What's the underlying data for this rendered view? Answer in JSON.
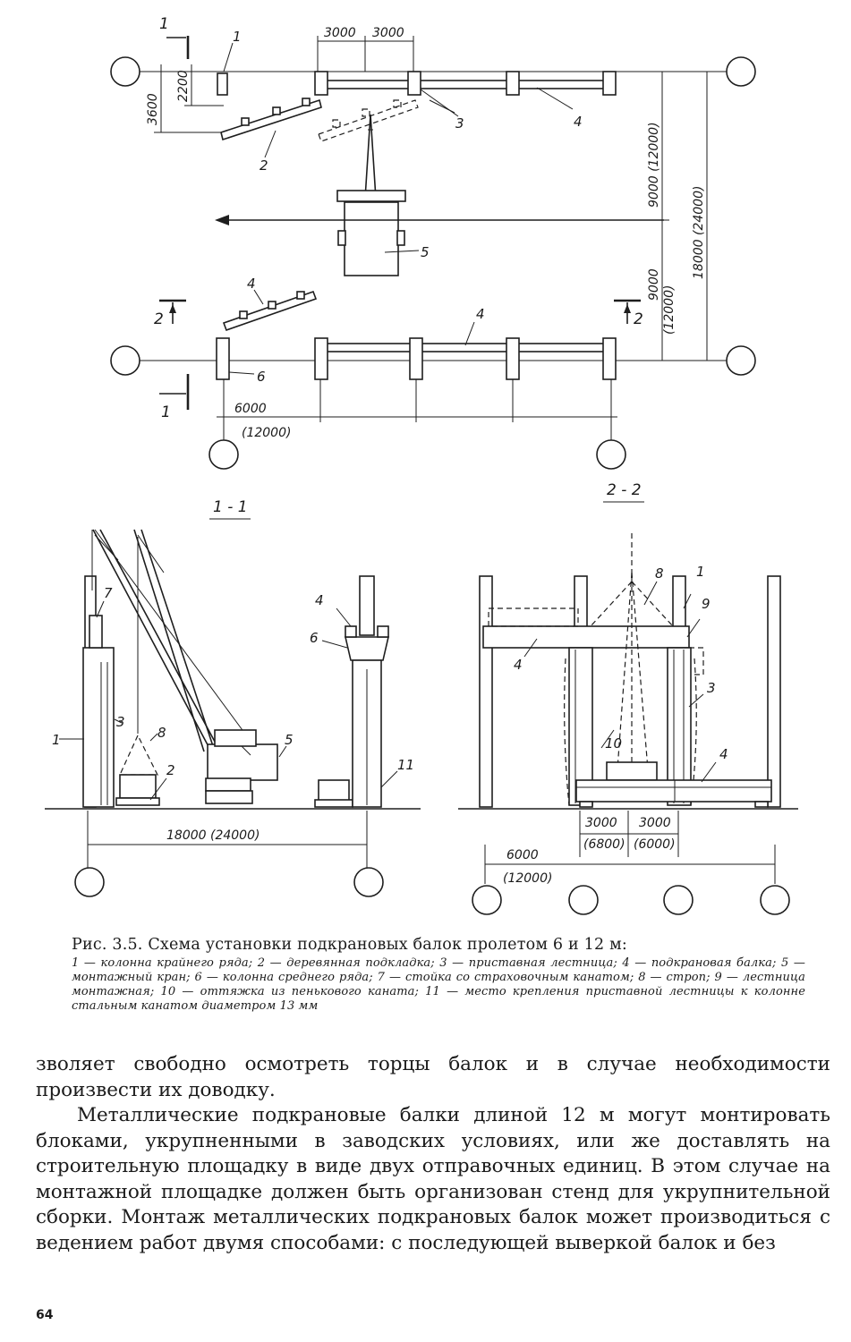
{
  "figure": {
    "plan": {
      "dimensions": {
        "d3000a": "3000",
        "d3000b": "3000",
        "d3600": "3600",
        "d2200": "2200",
        "d9000_12000": "9000 (12000)",
        "d18000_24000": "18000 (24000)",
        "d9000_lower": "9000",
        "d12000_lower": "(12000)",
        "d6000": "6000",
        "d12000": "(12000)"
      },
      "callouts": {
        "c1": "1",
        "c2": "2",
        "c3": "3",
        "c4_top": "4",
        "c5": "5",
        "c4_lower": "4",
        "c4_upper_left": "4",
        "c6": "6"
      },
      "section_marks": {
        "s1_top": "1",
        "s1_bottom": "1",
        "s2_left": "2",
        "s2_right": "2"
      }
    },
    "section_1": {
      "title": "1 - 1",
      "callouts": {
        "c1": "1",
        "c2": "2",
        "c3": "3",
        "c4": "4",
        "c5": "5",
        "c6": "6",
        "c7": "7",
        "c8": "8",
        "c11": "11"
      },
      "dimension": "18000 (24000)"
    },
    "section_2": {
      "title": "2 - 2",
      "callouts": {
        "c1": "1",
        "c3": "3",
        "c4a": "4",
        "c4b": "4",
        "c8": "8",
        "c9": "9",
        "c10": "10"
      },
      "dimensions": {
        "d3000a": "3000",
        "d6800": "(6800)",
        "d3000b": "3000",
        "d6000b": "(6000)",
        "d6000": "6000",
        "d12000": "(12000)"
      }
    }
  },
  "caption": {
    "title": "Рис. 3.5. Схема установки подкрановых балок пролетом 6 и 12 м:",
    "legend": "1 — колонна крайнего ряда; 2 — деревянная подкладка; 3 — приставная лестница; 4 — подкрановая балка; 5 — монтажный кран; 6 — колонна среднего ряда; 7 — стойка со страховочным канатом; 8 — строп; 9 — лестница монтажная; 10 — оттяжка из пенькового каната; 11 — место крепления приставной лестницы к колонне стальным канатом диаметром 13 мм"
  },
  "body": {
    "p1": "зволяет свободно осмотреть торцы балок и в случае необходимости произвести их доводку.",
    "p2": "Металлические подкрановые балки длиной 12 м могут монтировать блоками, укрупненными в заводских условиях, или же доставлять на строительную площадку в виде двух отправочных единиц. В этом случае на монтажной площадке должен быть организован стенд для укрупнительной сборки. Монтаж металлических подкрановых балок может производиться с ведением работ двумя способами: с последующей выверкой балок и без"
  },
  "page_number": "64"
}
